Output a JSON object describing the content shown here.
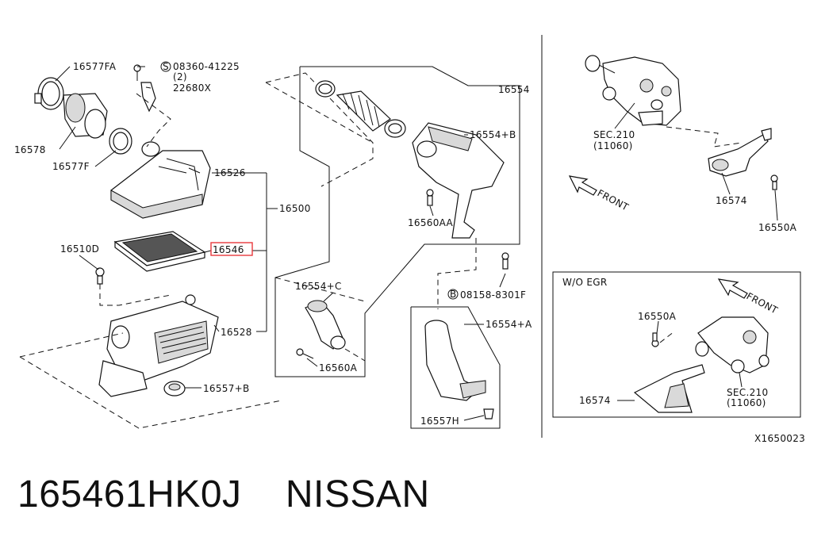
{
  "labels": {
    "p16577FA": "16577FA",
    "p08360": "08360-41225",
    "p08360_qty": "(2)",
    "p22680X": "22680X",
    "p16578": "16578",
    "p16577F": "16577F",
    "p16526": "16526",
    "p16500": "16500",
    "p16510D": "16510D",
    "p16546": "16546",
    "p16528": "16528",
    "p16557B": "16557+B",
    "p16554": "16554",
    "p16554B": "16554+B",
    "p16560AA": "16560AA",
    "p16554C": "16554+C",
    "p16560A": "16560A",
    "p08158": "08158-8301F",
    "p16554A": "16554+A",
    "p16557H": "16557H",
    "sec210_top": "SEC.210",
    "sec210_top_ref": "(11060)",
    "front_top": "FRONT",
    "p16574_top": "16574",
    "p16550A_top": "16550A",
    "woegr": "W/O EGR",
    "front_bottom": "FRONT",
    "p16550A_bottom": "16550A",
    "p16574_bottom": "16574",
    "sec210_bottom": "SEC.210",
    "sec210_bottom_ref": "(11060)",
    "drawing_id": "X1650023"
  },
  "symbols": {
    "s_circle": "S",
    "b_circle": "B"
  },
  "highlight_color": "#e8383d",
  "caption": "165461HK0J    NISSAN"
}
